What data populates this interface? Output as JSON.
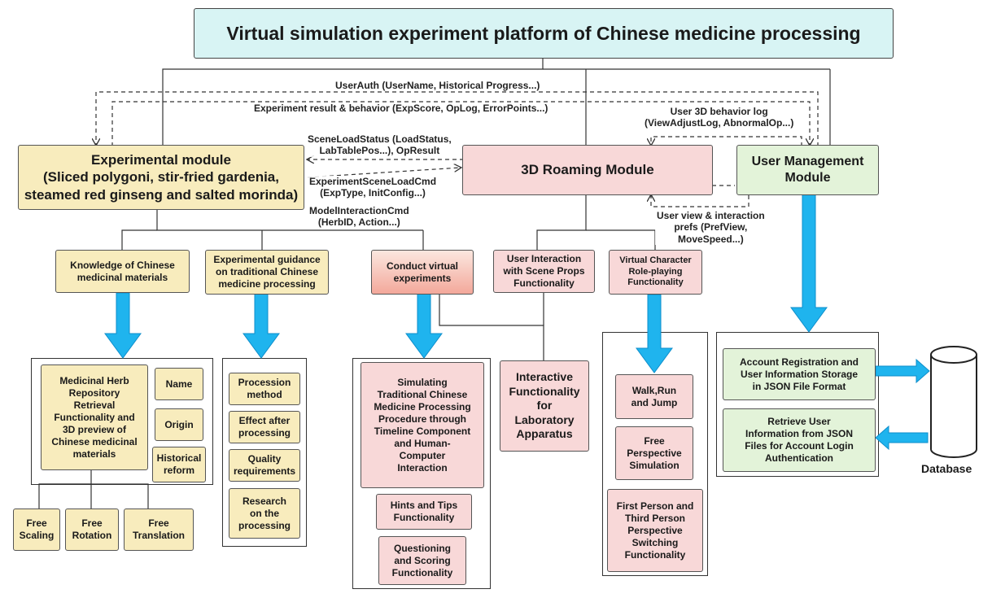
{
  "title": "Virtual simulation experiment platform of Chinese medicine processing",
  "modules": {
    "experimental": "Experimental module\n(Sliced polygoni, stir-fried gardenia,\nsteamed red ginseng and salted morinda)",
    "roaming": "3D Roaming Module",
    "user_mgmt": "User Management\nModule"
  },
  "flows": {
    "user_auth": "UserAuth (UserName, Historical Progress...)",
    "exp_result": "Experiment result & behavior (ExpScore, OpLog, ErrorPoints...)",
    "scene_load_status": "SceneLoadStatus (LoadStatus,\nLabTablePos...),  OpResult",
    "scene_load_cmd": "ExperimentSceneLoadCmd\n(ExpType, InitConfig...)",
    "model_interaction": "ModelInteractionCmd\n(HerbID, Action...)",
    "behavior_log": "User 3D behavior log\n(ViewAdjustLog, AbnormalOp...)",
    "view_prefs": "User view & interaction\nprefs (PrefView,\nMoveSpeed...)"
  },
  "submodules": {
    "knowledge": "Knowledge of Chinese\nmedicinal materials",
    "guidance": "Experimental guidance\non traditional Chinese\nmedicine processing",
    "conduct": "Conduct virtual\nexperiments",
    "interaction": "User Interaction\nwith Scene Props\nFunctionality",
    "character": "Virtual Character\nRole-playing\nFunctionality"
  },
  "leaves": {
    "herb_repo": "Medicinal Herb\nRepository\nRetrieval\nFunctionality and\n3D preview of\nChinese medicinal\nmaterials",
    "name": "Name",
    "origin": "Origin",
    "historical": "Historical\nreform",
    "scaling": "Free\nScaling",
    "rotation": "Free\nRotation",
    "translation": "Free\nTranslation",
    "procession": "Procession\nmethod",
    "effect": "Effect after\nprocessing",
    "quality": "Quality\nrequirements",
    "research": "Research\non the\nprocessing",
    "simulating": "Simulating\nTraditional Chinese\nMedicine Processing\nProcedure through\nTimeline Component\nand Human-\nComputer\nInteraction",
    "hints": "Hints and Tips\nFunctionality",
    "questioning": "Questioning\nand Scoring\nFunctionality",
    "interactive": "Interactive\nFunctionality\nfor\nLaboratory\nApparatus",
    "walk": "Walk,Run\nand Jump",
    "free_perspective": "Free\nPerspective\nSimulation",
    "first_person": "First Person and\nThird Person\nPerspective\nSwitching\nFunctionality",
    "account_reg": "Account Registration and\nUser Information Storage\nin JSON File Format",
    "retrieve": "Retrieve User\nInformation from JSON\nFiles for Account Login\nAuthentication"
  },
  "database": {
    "label": "Database"
  },
  "colors": {
    "title_bg": "#d8f4f4",
    "yellow": "#f8ecbd",
    "pink": "#f8d8d8",
    "green": "#e3f3d9",
    "arrow_blue": "#1fb4ee"
  }
}
